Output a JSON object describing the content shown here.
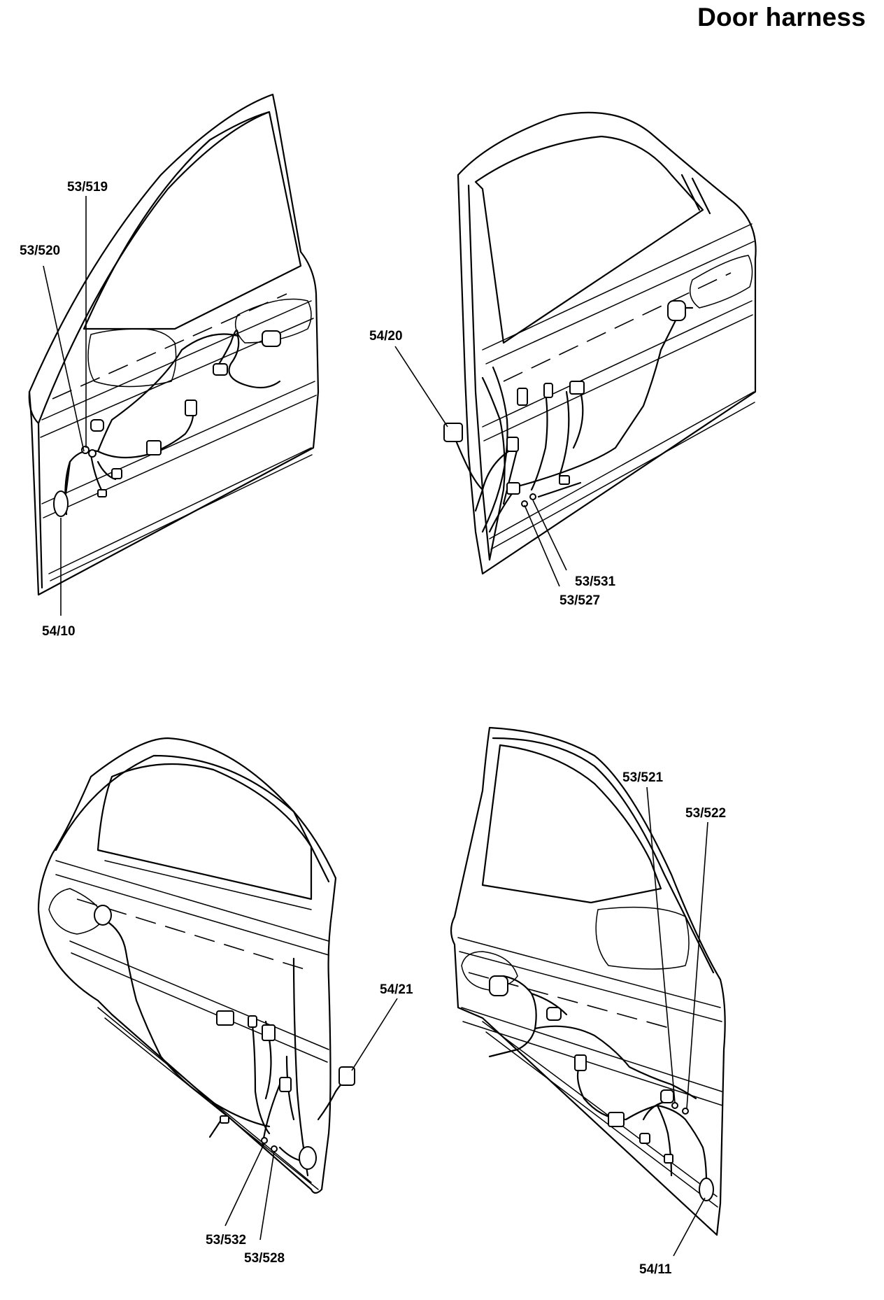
{
  "title": "Door harness",
  "callouts": {
    "front_left": {
      "label_519": "53/519",
      "label_520": "53/520",
      "label_5410": "54/10"
    },
    "rear_right": {
      "label_5420": "54/20",
      "label_531": "53/531",
      "label_527": "53/527"
    },
    "rear_left": {
      "label_5421": "54/21",
      "label_532": "53/532",
      "label_528": "53/528"
    },
    "front_right": {
      "label_521": "53/521",
      "label_522": "53/522",
      "label_5411": "54/11"
    }
  }
}
